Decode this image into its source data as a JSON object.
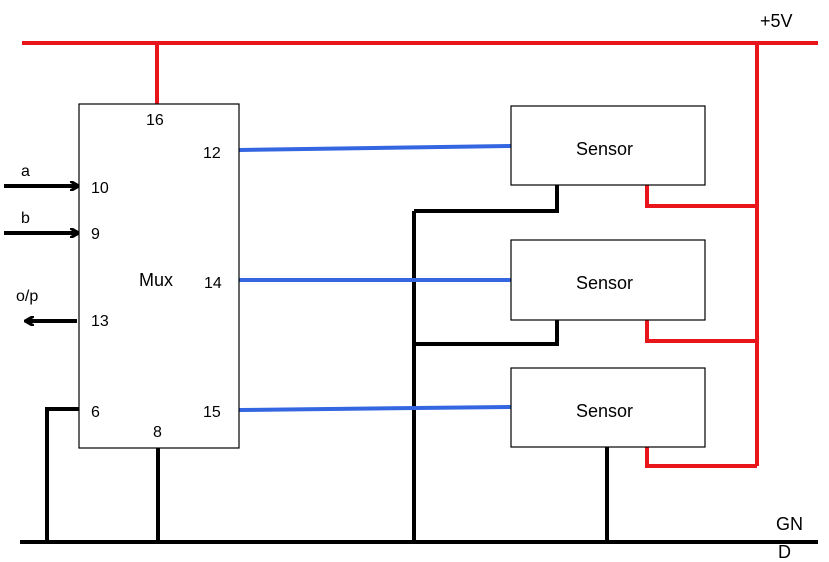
{
  "rails": {
    "vcc_label": "+5V",
    "gnd_label_line1": "GN",
    "gnd_label_line2": "D"
  },
  "mux": {
    "title": "Mux",
    "pins": {
      "top": "16",
      "bottom": "8",
      "a_in": "10",
      "b_in": "9",
      "out": "13",
      "gnd_left": "6",
      "ch1": "12",
      "ch2": "14",
      "ch3": "15"
    }
  },
  "signals": {
    "a": "a",
    "b": "b",
    "op": "o/p"
  },
  "sensors": [
    {
      "label": "Sensor"
    },
    {
      "label": "Sensor"
    },
    {
      "label": "Sensor"
    }
  ],
  "colors": {
    "power": "#e8151b",
    "signal": "#3366e0",
    "ground": "#000000"
  }
}
